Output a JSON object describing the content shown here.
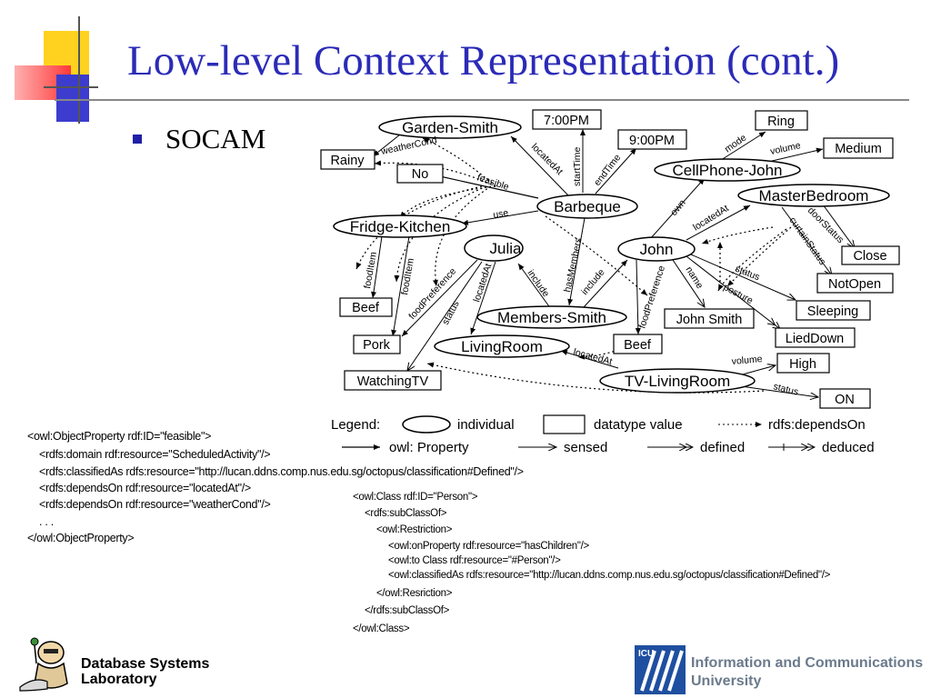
{
  "slide": {
    "title": "Low-level Context Representation (cont.)",
    "bullet": "SOCAM"
  },
  "diagram": {
    "individuals": {
      "garden_smith": "Garden-Smith",
      "barbeque": "Barbeque",
      "cellphone_john": "CellPhone-John",
      "master_bedroom": "MasterBedroom",
      "fridge_kitchen": "Fridge-Kitchen",
      "julia": "Julia",
      "john": "John",
      "members_smith": "Members-Smith",
      "living_room": "LivingRoom",
      "tv_living_room": "TV-LivingRoom"
    },
    "values": {
      "t700": "7:00PM",
      "t900": "9:00PM",
      "ring": "Ring",
      "medium": "Medium",
      "rainy": "Rainy",
      "no": "No",
      "close": "Close",
      "notopen": "NotOpen",
      "beef1": "Beef",
      "pork": "Pork",
      "johnsmith": "John Smith",
      "sleeping": "Sleeping",
      "beef2": "Beef",
      "lieddown": "LiedDown",
      "high": "High",
      "on": "ON",
      "watchingtv": "WatchingTV"
    },
    "edges": {
      "weathercond": "weatherCond",
      "feasible": "feasible",
      "locatedat_gs": "locatedAt",
      "starttime": "startTime",
      "endtime": "endTime",
      "use": "use",
      "mode": "mode",
      "volume_cp": "volume",
      "own": "own",
      "locatedat_mb": "locatedAt",
      "doorstatus": "doorStatus",
      "curtainstatus": "curtainStatus",
      "fooditem1": "foodItem",
      "fooditem2": "foodItem",
      "foodpreference_julia": "foodPreference",
      "status_julia": "status",
      "locatedat_julia": "locatedAt",
      "include1": "include",
      "hasmembers": "hasMembers",
      "include2": "include",
      "foodpreference_john": "foodPreference",
      "name": "name",
      "status_john": "status",
      "posture": "posture",
      "locatedat_tv": "locatedAt",
      "volume_tv": "volume",
      "status_tv": "status"
    },
    "legend": {
      "title": "Legend:",
      "individual": "individual",
      "datatype_value": "datatype value",
      "depends_on": "rdfs:dependsOn",
      "owl_property": "owl: Property",
      "sensed": "sensed",
      "defined": "defined",
      "deduced": "deduced"
    }
  },
  "code_left": [
    "<owl:ObjectProperty rdf:ID=\"feasible\">",
    "<rdfs:domain rdf:resource=\"ScheduledActivity\"/>",
    "<rdfs:classifiedAs rdfs:resource=\"http://lucan.ddns.comp.nus.edu.sg/octopus/classification#Defined\"/>",
    "<rdfs:dependsOn rdf:resource=\"locatedAt\"/>",
    "<rdfs:dependsOn rdf:resource=\"weatherCond\"/>",
    ". . .",
    "</owl:ObjectProperty>"
  ],
  "code_right": [
    "<owl:Class rdf:ID=\"Person\">",
    "<rdfs:subClassOf>",
    "<owl:Restriction>",
    "<owl:onProperty rdf:resource=\"hasChildren\"/>",
    "<owl:to Class rdf:resource=\"#Person\"/>",
    "<owl:classifiedAs rdfs:resource=\"http://lucan.ddns.comp.nus.edu.sg/octopus/classification#Defined\"/>",
    "</owl:Resriction>",
    "</rdfs:subClassOf>",
    "</owl:Class>"
  ],
  "footer": {
    "lab_line1": "Database Systems",
    "lab_line2": "Laboratory",
    "icu_logo": "ICU",
    "univ_line1": "Information and Communications",
    "univ_line2": "University"
  },
  "colors": {
    "title": "#2b2bb8",
    "deco_yellow": "#ffd21f",
    "deco_red": "#ff3a3a",
    "deco_blue": "#3c3ccf",
    "icu_blue": "#1f4fa0"
  }
}
